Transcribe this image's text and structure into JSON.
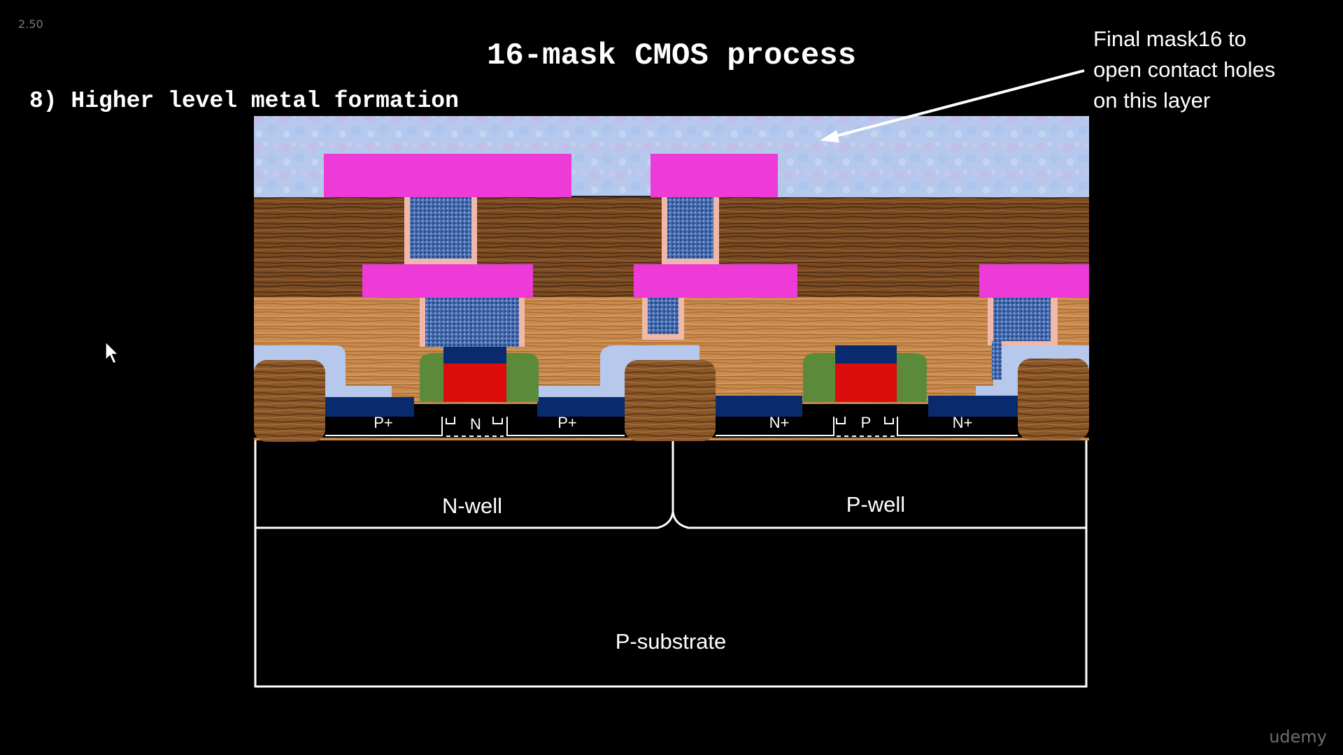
{
  "slide": {
    "playback_speed": "2.50",
    "title": "16-mask CMOS process",
    "step_heading": "8) Higher level metal formation",
    "annotation": [
      "Final mask16 to",
      "open contact holes",
      "on this layer"
    ],
    "watermark": "udemy"
  },
  "diagram": {
    "labels": {
      "p_plus_left": "P+",
      "n_channel": "N",
      "p_plus_right": "P+",
      "n_plus_left": "N+",
      "p_channel": "P",
      "n_plus_right": "N+",
      "n_well": "N-well",
      "p_well": "P-well",
      "p_substrate": "P-substrate"
    }
  },
  "colors": {
    "metal": "#ee3ad6",
    "gate_poly": "#dd0c0c",
    "gate_cap": "#0a2a6e",
    "spacer": "#5a8a3a",
    "diffusion_contact": "#0a2a6e",
    "via_fill": "#4a6fb0",
    "passivation": "#b6c8ec",
    "oxide_upper": "#7a4a22",
    "oxide_lower": "#c98a4e"
  },
  "icons": {
    "cursor": "mouse-pointer-icon",
    "arrow": "annotation-arrow-icon"
  }
}
